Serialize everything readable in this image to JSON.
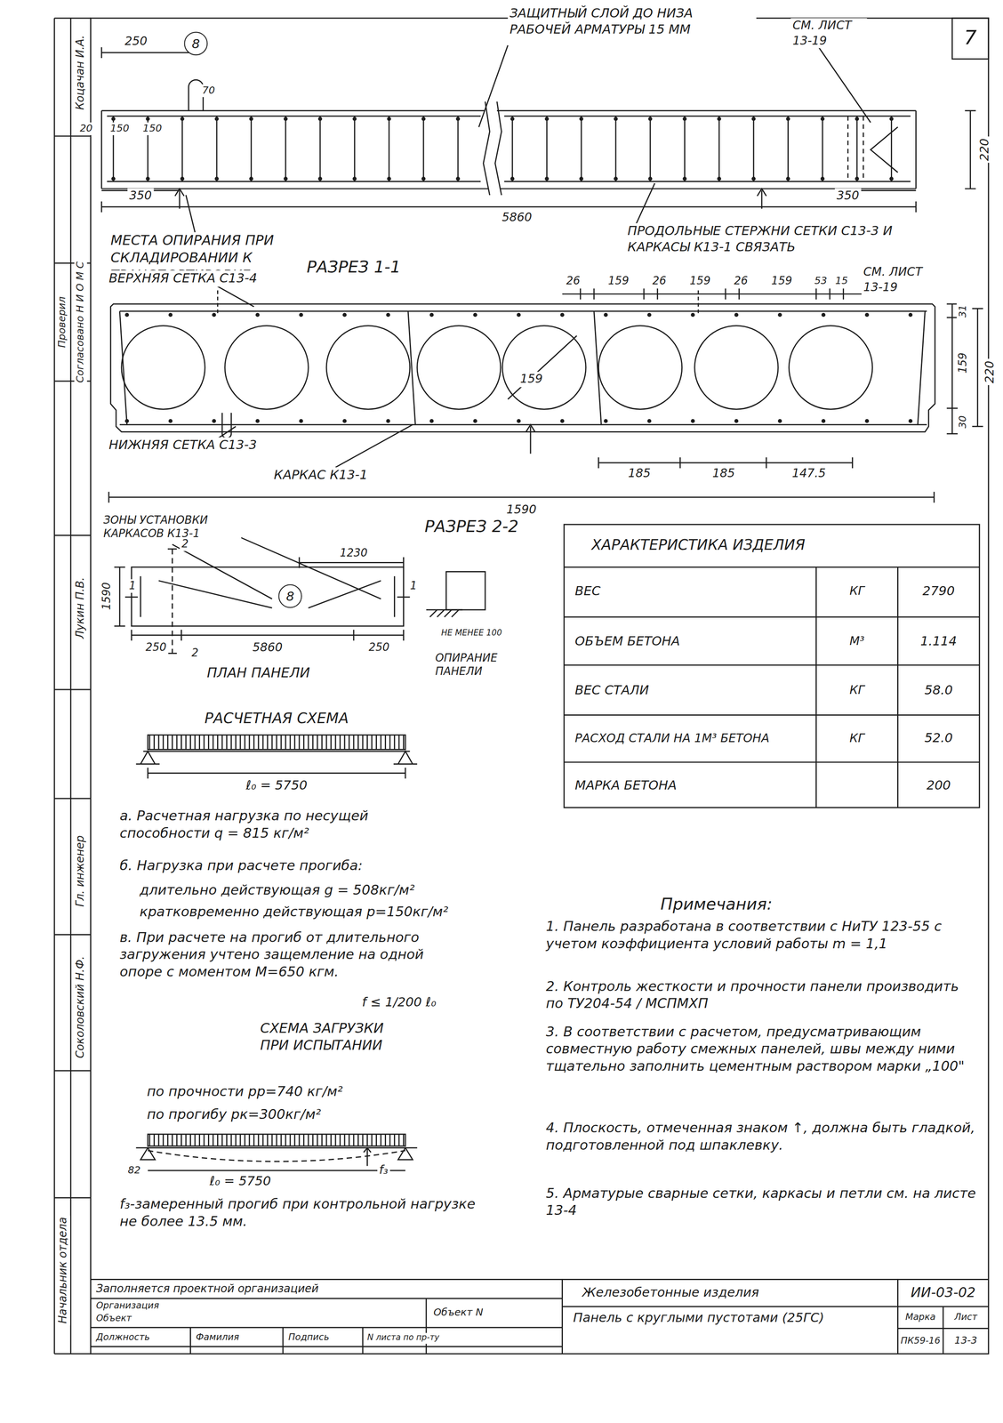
{
  "diagram": {
    "nodes": [
      {
        "text": [
          "8"
        ]
      },
      {
        "text": [
          "8"
        ]
      }
    ],
    "labels": [
      "7",
      "250",
      "70",
      "ЗАЩИТНЫЙ СЛОЙ ДО НИЗА РАБОЧЕЙ АРМАТУРЫ 15 ММ",
      "СМ. ЛИСТ 13-19",
      "20",
      "150",
      "150",
      "220",
      "350",
      "350",
      "5860",
      "МЕСТА ОПИРАНИЯ ПРИ СКЛАДИРОВАНИИ К ТРАНСПОРТИРОВКЕ",
      "РАЗРЕЗ 1-1",
      "ПРОДОЛЬНЫЕ СТЕРЖНИ СЕТКИ С13-3 И КАРКАСЫ К13-1 СВЯЗАТЬ",
      "ВЕРХНЯЯ СЕТКА С13-4",
      "26",
      "159",
      "26",
      "159",
      "26",
      "159",
      "53",
      "15",
      "СМ. ЛИСТ 13-19",
      "159",
      "31",
      "159",
      "220",
      "30",
      "НИЖНЯЯ СЕТКА С13-3",
      "КАРКАС К13-1",
      "185",
      "185",
      "147.5",
      "1590",
      "ЗОНЫ УСТАНОВКИ КАРКАСОВ К13-1",
      "РАЗРЕЗ 2-2",
      "1230",
      "2",
      "1590",
      "1",
      "1",
      "250",
      "2",
      "5860",
      "250",
      "НЕ МЕНЕЕ 100",
      "ОПИРАНИЕ ПАНЕЛИ",
      "ПЛАН ПАНЕЛИ",
      "ХАРАКТЕРИСТИКА ИЗДЕЛИЯ",
      "ВЕС",
      "КГ",
      "2790",
      "ОБЪЕМ БЕТОНА",
      "М³",
      "1.114",
      "ВЕС СТАЛИ",
      "КГ",
      "58.0",
      "РАСХОД СТАЛИ НА 1М³ БЕТОНА",
      "КГ",
      "52.0",
      "МАРКА БЕТОНА",
      "200",
      "РАСЧЕТНАЯ СХЕМА",
      "ℓ₀ = 5750",
      "а. Расчетная нагрузка по несущей способности q = 815 кг/м²",
      "б. Нагрузка при расчете прогиба:",
      "длительно действующая g = 508кг/м²",
      "кратковременно действующая p=150кг/м²",
      "в. При расчете на прогиб от длительного загружения учтено защемление на одной опоре с моментом М=650 кгм.",
      "f ≤ 1/200 ℓ₀",
      "СХЕМА ЗАГРУЗКИ ПРИ ИСПЫТАНИИ",
      "по прочности pр=740 кг/м²",
      "по прогибу pк=300кг/м²",
      "82",
      "ℓ₀ = 5750",
      "f₃",
      "f₃-замеренный прогиб при контрольной нагрузке не более 13.5 мм.",
      "Примечания:",
      "1. Панель разработана в соответствии с НиТУ 123-55 с учетом коэффициента условий работы m = 1,1",
      "2. Контроль жесткости и прочности панели производить по ТУ204-54 / МСПМХП",
      "3. В соответствии с расчетом, предусматривающим совместную работу смежных панелей, швы между ними тщательно заполнить цементным раствором марки „100\"",
      "4. Плоскость, отмеченная знаком ↑, должна быть гладкой, подготовленной под шпаклевку.",
      "5. Арматурые сварные сетки, каркасы и петли см. на листе 13-4",
      "Заполняется проектной организацией",
      "Организация",
      "Объект",
      "Объект N",
      "Должность",
      "Фамилия",
      "Подпись",
      "N листа по пр-ту",
      "Железобетонные изделия",
      "ИИ-03-02",
      "Панель с круглыми пустотами (25ГС)",
      "Марка",
      "Лист",
      "ПК59-16",
      "13-3",
      "Начальник отдела",
      "Гл. инженер",
      "Соколовский Н.Ф.",
      "Лукин П.В.",
      "Проверил",
      "Согласовано Н И О М С",
      "Коцачан И.А."
    ]
  }
}
